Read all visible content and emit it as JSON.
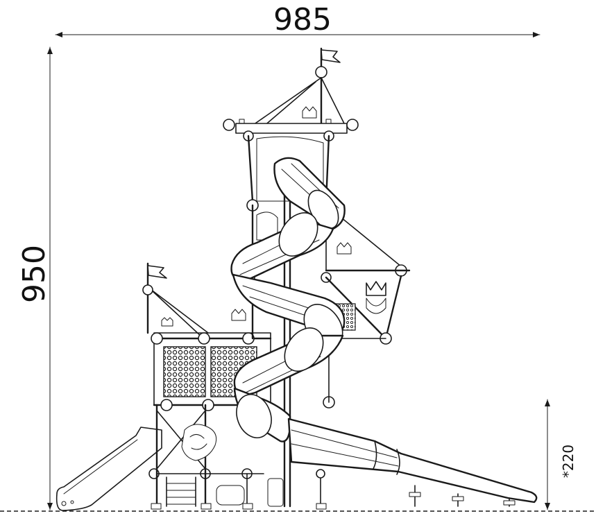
{
  "dimensions": {
    "width_label": "985",
    "height_label": "950",
    "free_fall_label": "*220"
  },
  "colors": {
    "line": "#1a1a1a",
    "background": "#ffffff"
  },
  "icons": [
    "flag-icon",
    "crown-icon",
    "crenellation-icon",
    "dragon-icon"
  ]
}
